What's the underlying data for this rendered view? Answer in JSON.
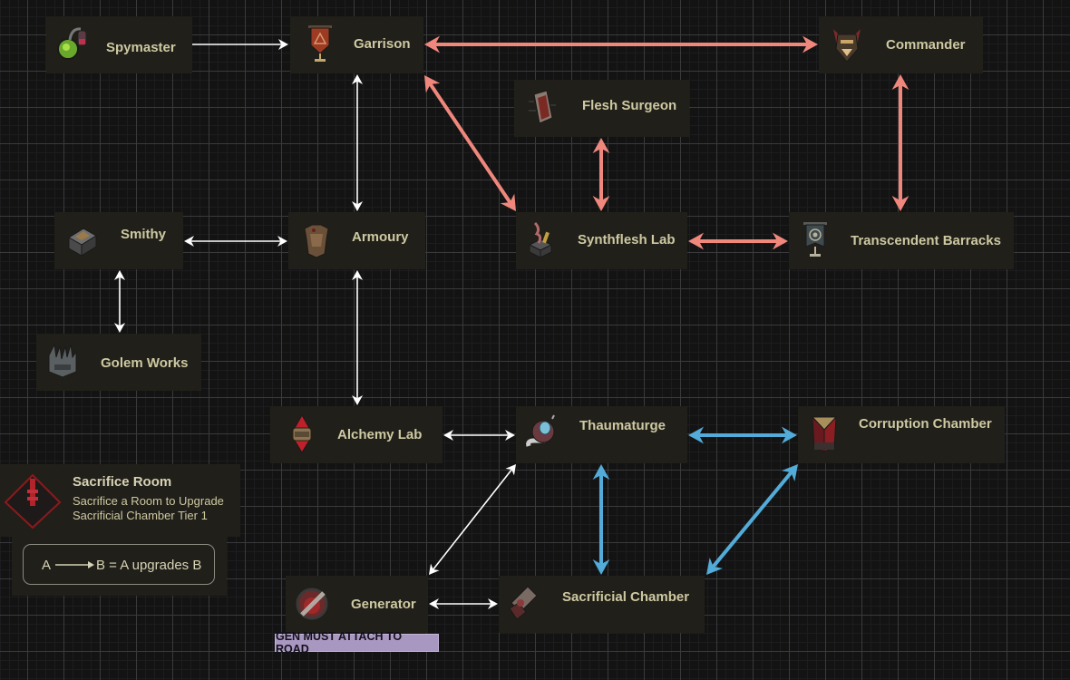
{
  "nodes": {
    "spymaster": {
      "label": "Spymaster",
      "icon": "green-flask-icon"
    },
    "garrison": {
      "label": "Garrison",
      "icon": "red-banner-icon"
    },
    "commander": {
      "label": "Commander",
      "icon": "demon-mask-icon"
    },
    "flesh_surgeon": {
      "label": "Flesh Surgeon",
      "icon": "flesh-tank-icon"
    },
    "smithy": {
      "label": "Smithy",
      "icon": "anvil-icon"
    },
    "armoury": {
      "label": "Armoury",
      "icon": "armour-icon"
    },
    "synthflesh_lab": {
      "label": "Synthflesh Lab",
      "icon": "synthflesh-icon"
    },
    "transcendent_barracks": {
      "label": "Transcendent Barracks",
      "icon": "steel-banner-icon"
    },
    "golem_works": {
      "label": "Golem Works",
      "icon": "golem-icon"
    },
    "alchemy_lab": {
      "label": "Alchemy Lab",
      "icon": "red-crystal-icon"
    },
    "thaumaturge": {
      "label": "Thaumaturge",
      "icon": "gem-scroll-icon"
    },
    "corruption_chamber": {
      "label": "Corruption Chamber",
      "icon": "corruption-prism-icon"
    },
    "generator": {
      "label": "Generator",
      "icon": "generator-orb-icon"
    },
    "sacrificial_chamber": {
      "label": "Sacrificial Chamber",
      "icon": "sacrificial-altar-icon"
    }
  },
  "edges": [
    {
      "from": "spymaster",
      "to": "garrison",
      "color": "white",
      "bidirectional": false
    },
    {
      "from": "garrison",
      "to": "commander",
      "color": "salmon",
      "bidirectional": true
    },
    {
      "from": "garrison",
      "to": "armoury",
      "color": "white",
      "bidirectional": true
    },
    {
      "from": "garrison",
      "to": "synthflesh_lab",
      "color": "salmon",
      "bidirectional": true
    },
    {
      "from": "flesh_surgeon",
      "to": "synthflesh_lab",
      "color": "salmon",
      "bidirectional": true
    },
    {
      "from": "commander",
      "to": "transcendent_barracks",
      "color": "salmon",
      "bidirectional": true
    },
    {
      "from": "synthflesh_lab",
      "to": "transcendent_barracks",
      "color": "salmon",
      "bidirectional": true
    },
    {
      "from": "smithy",
      "to": "armoury",
      "color": "white",
      "bidirectional": true
    },
    {
      "from": "smithy",
      "to": "golem_works",
      "color": "white",
      "bidirectional": true
    },
    {
      "from": "armoury",
      "to": "alchemy_lab",
      "color": "white",
      "bidirectional": true
    },
    {
      "from": "alchemy_lab",
      "to": "thaumaturge",
      "color": "white",
      "bidirectional": true
    },
    {
      "from": "thaumaturge",
      "to": "corruption_chamber",
      "color": "blue",
      "bidirectional": true
    },
    {
      "from": "thaumaturge",
      "to": "sacrificial_chamber",
      "color": "blue",
      "bidirectional": true
    },
    {
      "from": "corruption_chamber",
      "to": "sacrificial_chamber",
      "color": "blue",
      "bidirectional": true
    },
    {
      "from": "generator",
      "to": "thaumaturge",
      "color": "white",
      "bidirectional": true
    },
    {
      "from": "generator",
      "to": "sacrificial_chamber",
      "color": "white",
      "bidirectional": true
    }
  ],
  "colors": {
    "white": "#ffffff",
    "salmon": "#f0877c",
    "blue": "#52abd8"
  },
  "sacrifice_room": {
    "title": "Sacrifice Room",
    "line1": "Sacrifice a Room to Upgrade",
    "line2": "Sacrificial Chamber Tier 1",
    "icon": "sacrifice-altar-icon"
  },
  "legend": {
    "a": "A",
    "rest": "B = A upgrades B"
  },
  "generator_note": "GEN MUST ATTACH TO ROAD"
}
